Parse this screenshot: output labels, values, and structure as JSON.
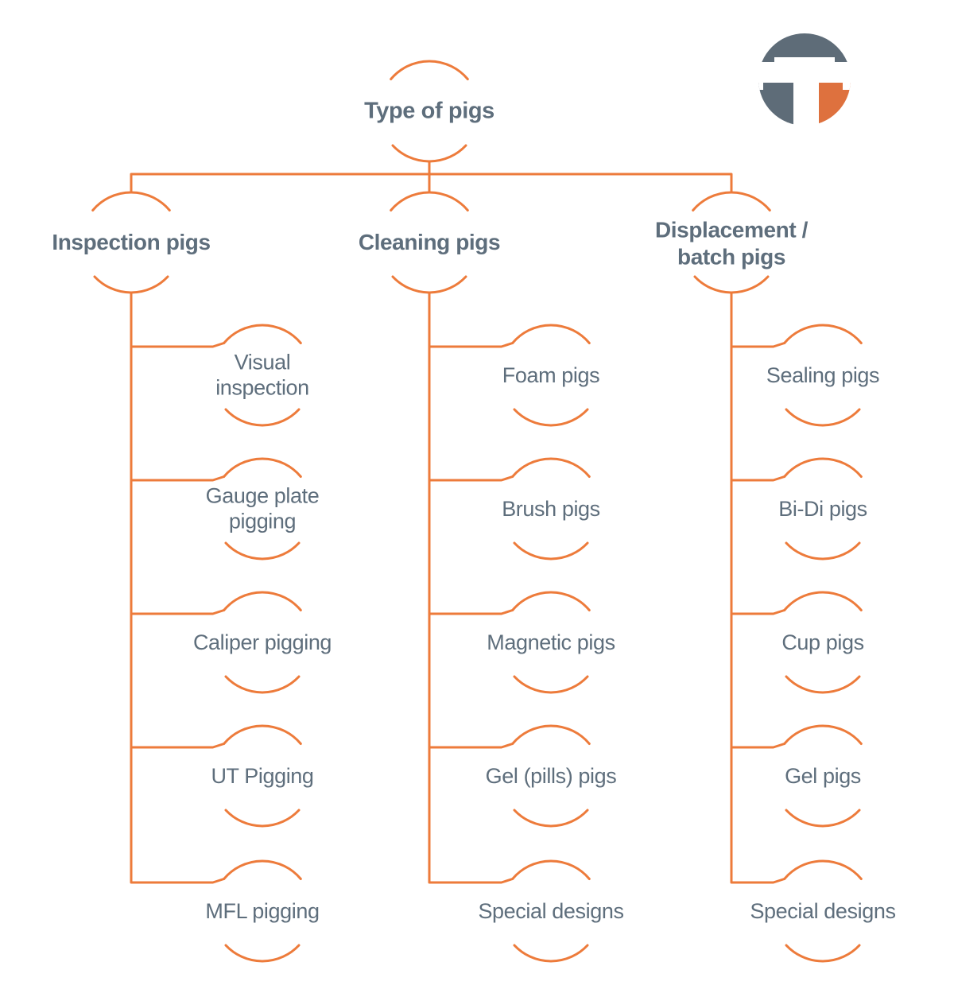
{
  "diagram": {
    "title_node": {
      "label": "Type of pigs"
    },
    "branches": [
      {
        "label": "Inspection pigs",
        "children": [
          "Visual\ninspection",
          "Gauge plate\npigging",
          "Caliper pigging",
          "UT Pigging",
          "MFL pigging"
        ]
      },
      {
        "label": "Cleaning pigs",
        "children": [
          "Foam pigs",
          "Brush pigs",
          "Magnetic pigs",
          "Gel (pills) pigs",
          "Special designs"
        ]
      },
      {
        "label": "Displacement /\nbatch pigs",
        "children": [
          "Sealing pigs",
          "Bi-Di pigs",
          "Cup pigs",
          "Gel pigs",
          "Special designs"
        ]
      }
    ],
    "logo": {
      "icon": "t-circle-logo"
    },
    "colors": {
      "line_orange": "#ED7B3B",
      "text_slate": "#5E6E7C",
      "logo_slate": "#5E6C78",
      "logo_orange": "#DE713E",
      "background": "#FFFFFF"
    }
  }
}
